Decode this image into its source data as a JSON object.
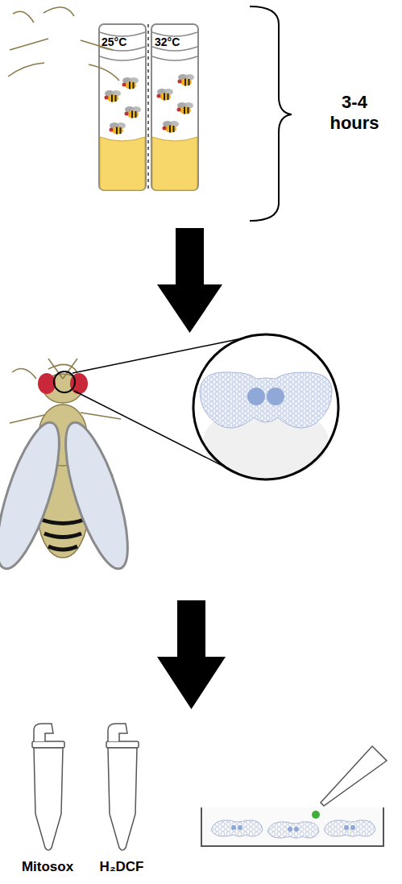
{
  "diagram": {
    "labels": [
      "25°C",
      "32°C",
      "3-4 hours",
      "Mitosox",
      "H₂DCF"
    ]
  }
}
